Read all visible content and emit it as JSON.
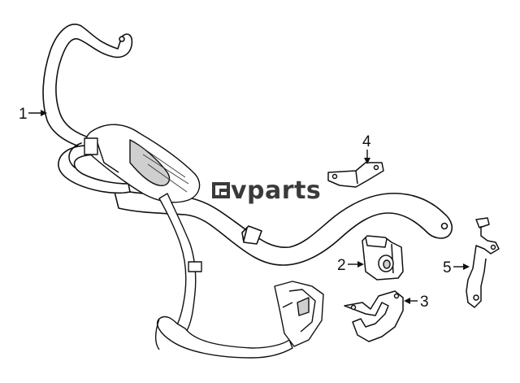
{
  "logo": {
    "text": "vparts",
    "mark": "ev-logo-mark-icon"
  },
  "callouts": [
    {
      "id": "1",
      "label": "1",
      "part": "stabilizer-bar"
    },
    {
      "id": "2",
      "label": "2",
      "part": "bushing"
    },
    {
      "id": "3",
      "label": "3",
      "part": "bracket"
    },
    {
      "id": "4",
      "label": "4",
      "part": "support-bracket"
    },
    {
      "id": "5",
      "label": "5",
      "part": "stabilizer-link"
    }
  ],
  "colors": {
    "line": "#111111",
    "fill": "#ffffff",
    "shade": "#cfcfcf",
    "logo": "#3a3a3a"
  }
}
